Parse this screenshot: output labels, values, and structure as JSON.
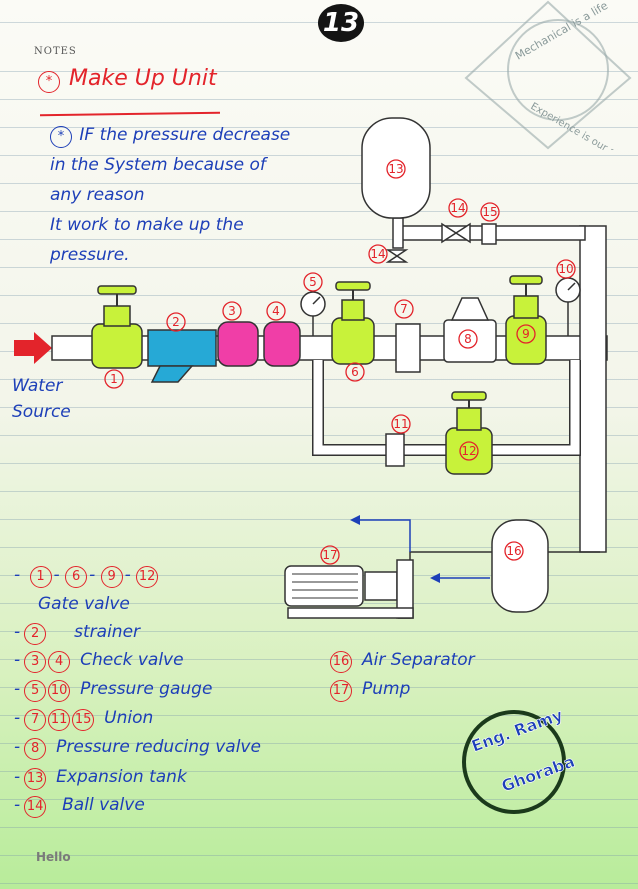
{
  "header": {
    "page_number": "13",
    "notes_label": "NOTES"
  },
  "title": {
    "symbol": "*",
    "text": "Make Up Unit"
  },
  "description": {
    "symbol": "*",
    "lines": [
      "IF the pressure decrease",
      "in the System because of",
      "any reason",
      "It work to make up the",
      "pressure."
    ]
  },
  "inlet": {
    "lines": [
      "Water",
      "Source"
    ]
  },
  "diagram_labels": [
    "1",
    "2",
    "3",
    "4",
    "5",
    "6",
    "7",
    "8",
    "9",
    "10",
    "11",
    "12",
    "13",
    "14",
    "14",
    "15",
    "16",
    "17"
  ],
  "legend_left": [
    {
      "nums": [
        "1",
        "6",
        "9",
        "12"
      ],
      "sep": "-",
      "text": "Gate valve"
    },
    {
      "nums": [
        "2"
      ],
      "sep": "",
      "text": "strainer"
    },
    {
      "nums": [
        "3",
        "4"
      ],
      "sep": "",
      "text": "Check valve"
    },
    {
      "nums": [
        "5",
        "10"
      ],
      "sep": "",
      "text": "Pressure gauge"
    },
    {
      "nums": [
        "7",
        "11",
        "15"
      ],
      "sep": "",
      "text": "Union"
    },
    {
      "nums": [
        "8"
      ],
      "sep": "",
      "text": "Pressure reducing valve"
    },
    {
      "nums": [
        "13"
      ],
      "sep": "",
      "text": "Expansion tank"
    },
    {
      "nums": [
        "14"
      ],
      "sep": "",
      "text": "Ball valve"
    }
  ],
  "legend_right": [
    {
      "num": "16",
      "text": "Air Separator"
    },
    {
      "num": "17",
      "text": "Pump"
    }
  ],
  "badge": {
    "line1": "Eng. Ramy",
    "line2": "Ghoraba"
  },
  "stamp": {
    "line1": "Mechanical is a life",
    "line2": "Experience is our aim"
  },
  "logo": "Hello",
  "colors": {
    "red": "#e3242b",
    "blue": "#1d3fb8",
    "gate_valve": "#c8f23a",
    "strainer": "#26a9d6",
    "check_valve": "#f03ea7"
  }
}
